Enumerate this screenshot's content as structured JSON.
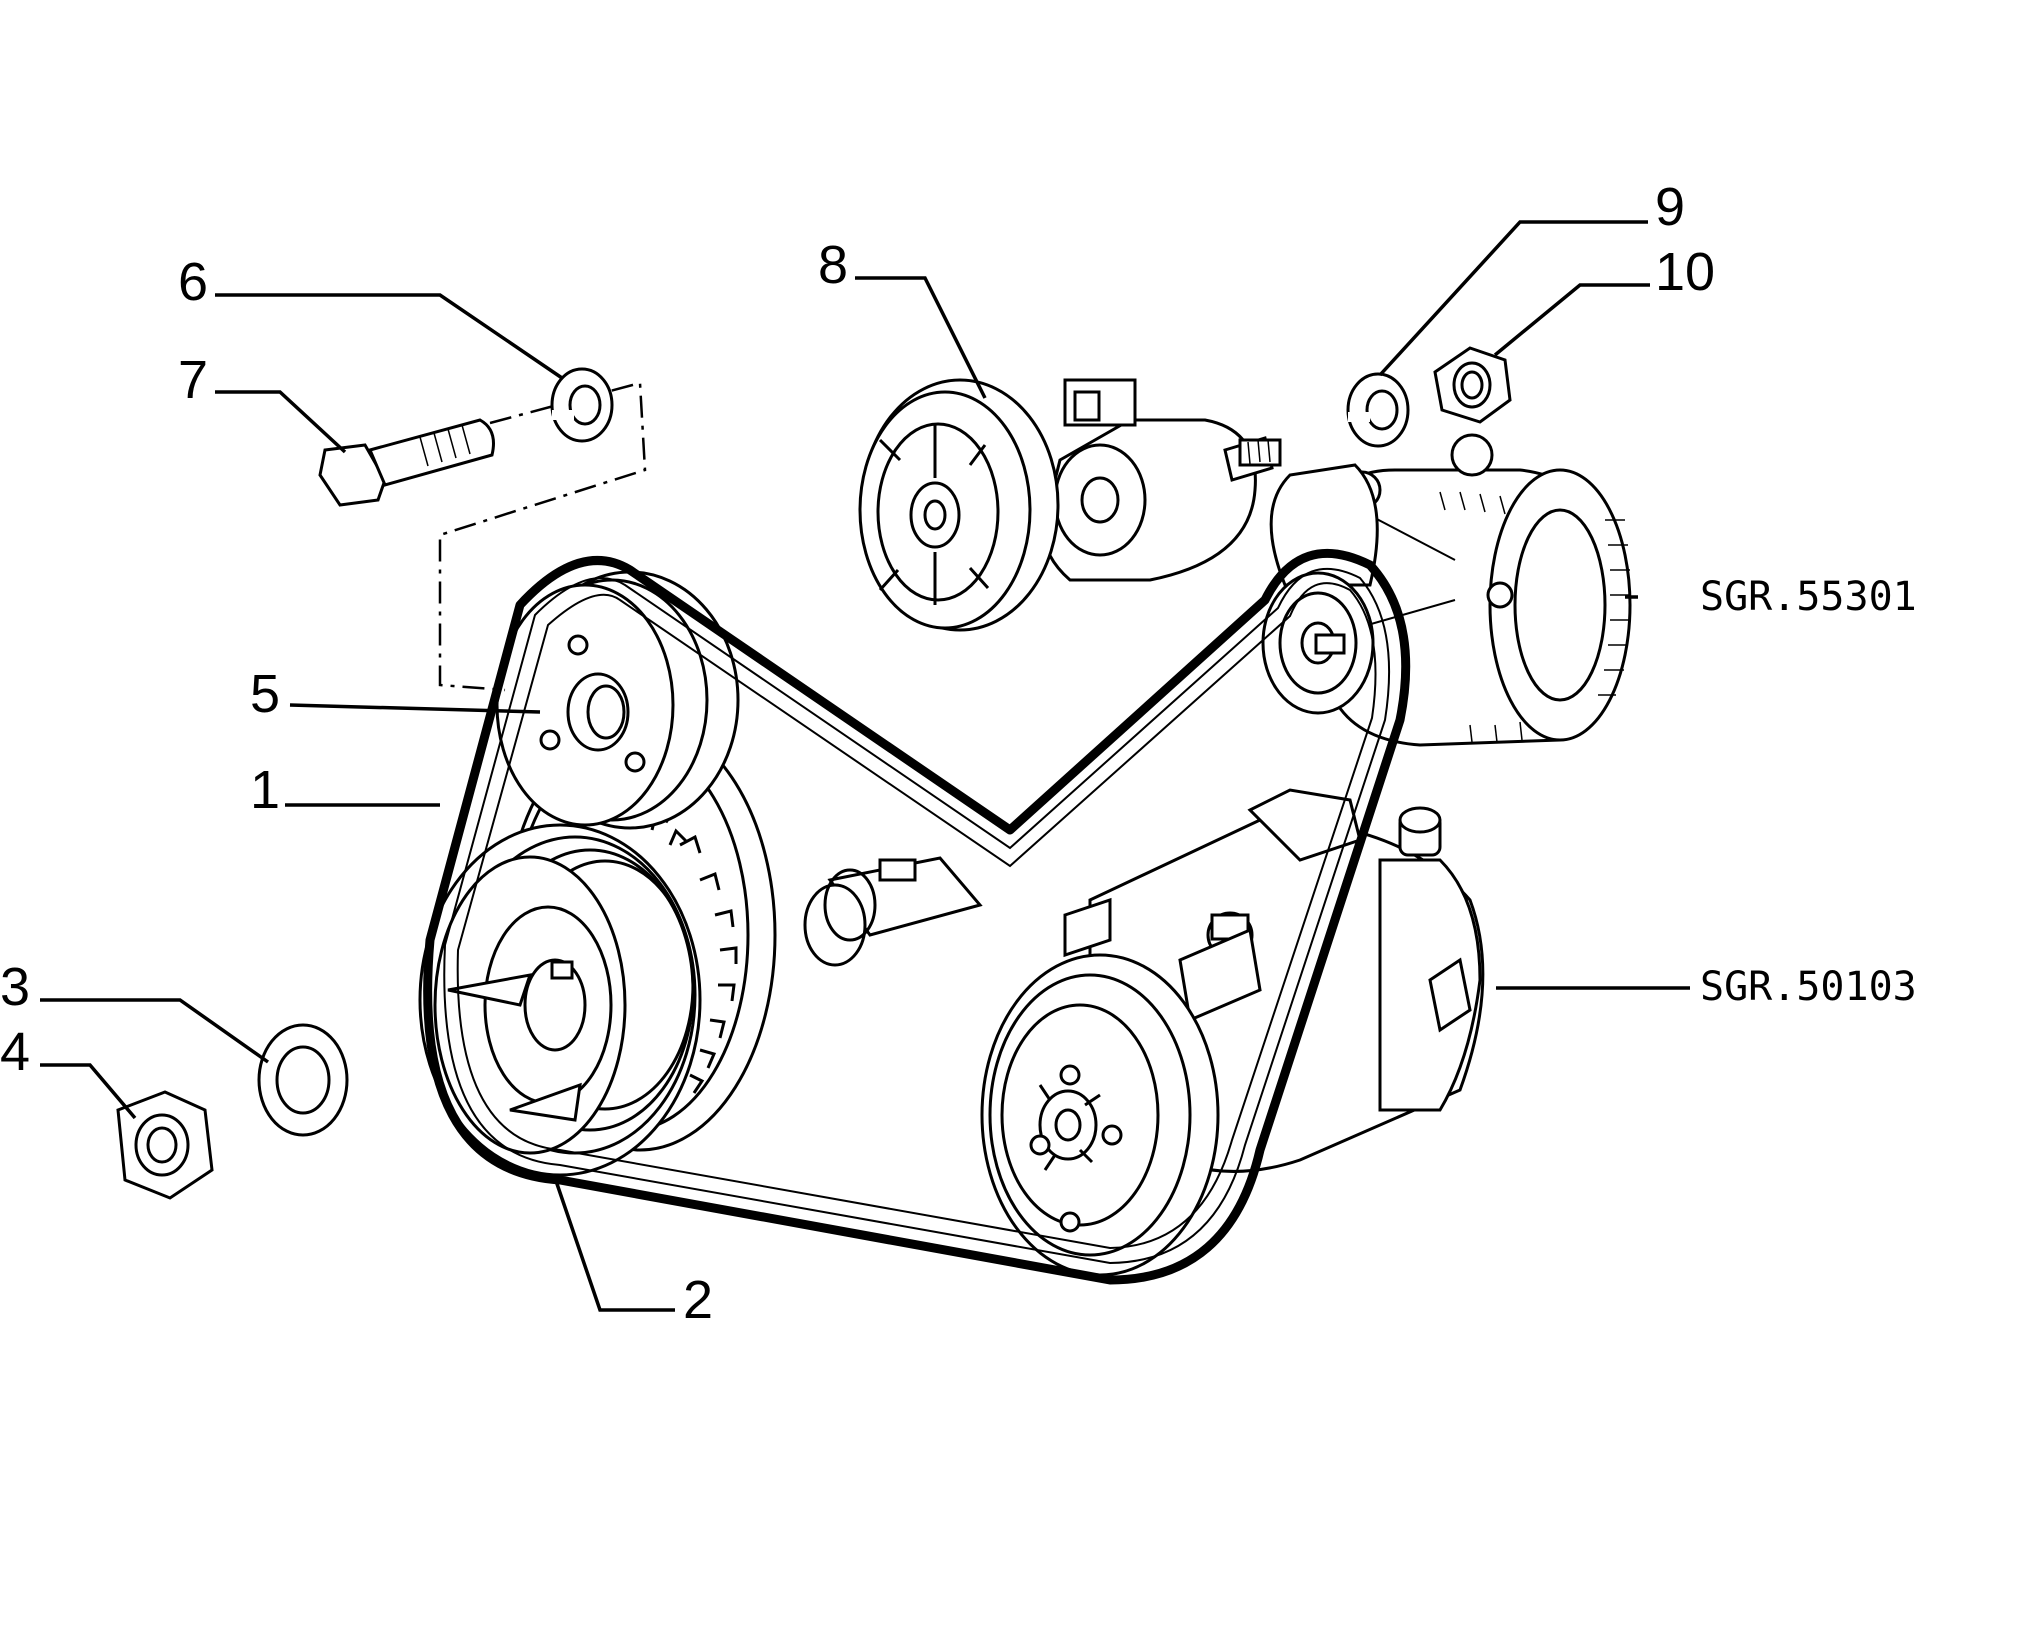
{
  "callouts": [
    {
      "id": "1",
      "label": "1"
    },
    {
      "id": "2",
      "label": "2"
    },
    {
      "id": "3",
      "label": "3"
    },
    {
      "id": "4",
      "label": "4"
    },
    {
      "id": "5",
      "label": "5"
    },
    {
      "id": "6",
      "label": "6"
    },
    {
      "id": "7",
      "label": "7"
    },
    {
      "id": "8",
      "label": "8"
    },
    {
      "id": "9",
      "label": "9"
    },
    {
      "id": "10",
      "label": "10"
    }
  ],
  "references": {
    "alternator": "SGR.55301",
    "compressor": "SGR.50103"
  }
}
